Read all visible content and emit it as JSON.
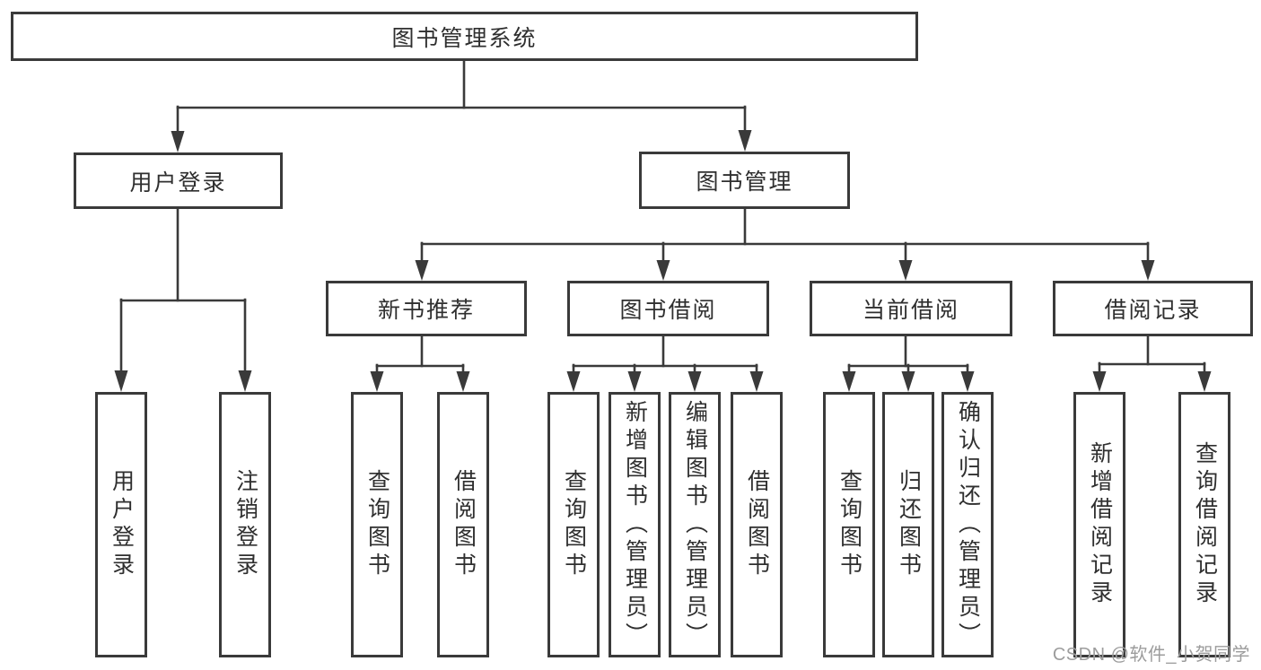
{
  "colors": {
    "background": "#ffffff",
    "line": "#3a3a3a",
    "box_border": "#3a3a3a",
    "text": "#2f2f2f",
    "watermark": "#9c9c9c"
  },
  "watermark": {
    "text": "CSDN @软件_小贺同学"
  },
  "tree": {
    "root": {
      "label": "图书管理系统"
    },
    "children": [
      {
        "label": "用户登录",
        "children": [
          {
            "label": "用户登录"
          },
          {
            "label": "注销登录"
          }
        ]
      },
      {
        "label": "图书管理",
        "children": [
          {
            "label": "新书推荐",
            "children": [
              {
                "label": "查询图书"
              },
              {
                "label": "借阅图书"
              }
            ]
          },
          {
            "label": "图书借阅",
            "children": [
              {
                "label": "查询图书"
              },
              {
                "label": "新增图书（管理员）"
              },
              {
                "label": "编辑图书（管理员）"
              },
              {
                "label": "借阅图书"
              }
            ]
          },
          {
            "label": "当前借阅",
            "children": [
              {
                "label": "查询图书"
              },
              {
                "label": "归还图书"
              },
              {
                "label": "确认归还（管理员）"
              }
            ]
          },
          {
            "label": "借阅记录",
            "children": [
              {
                "label": "新增借阅记录"
              },
              {
                "label": "查询借阅记录"
              }
            ]
          }
        ]
      }
    ]
  }
}
